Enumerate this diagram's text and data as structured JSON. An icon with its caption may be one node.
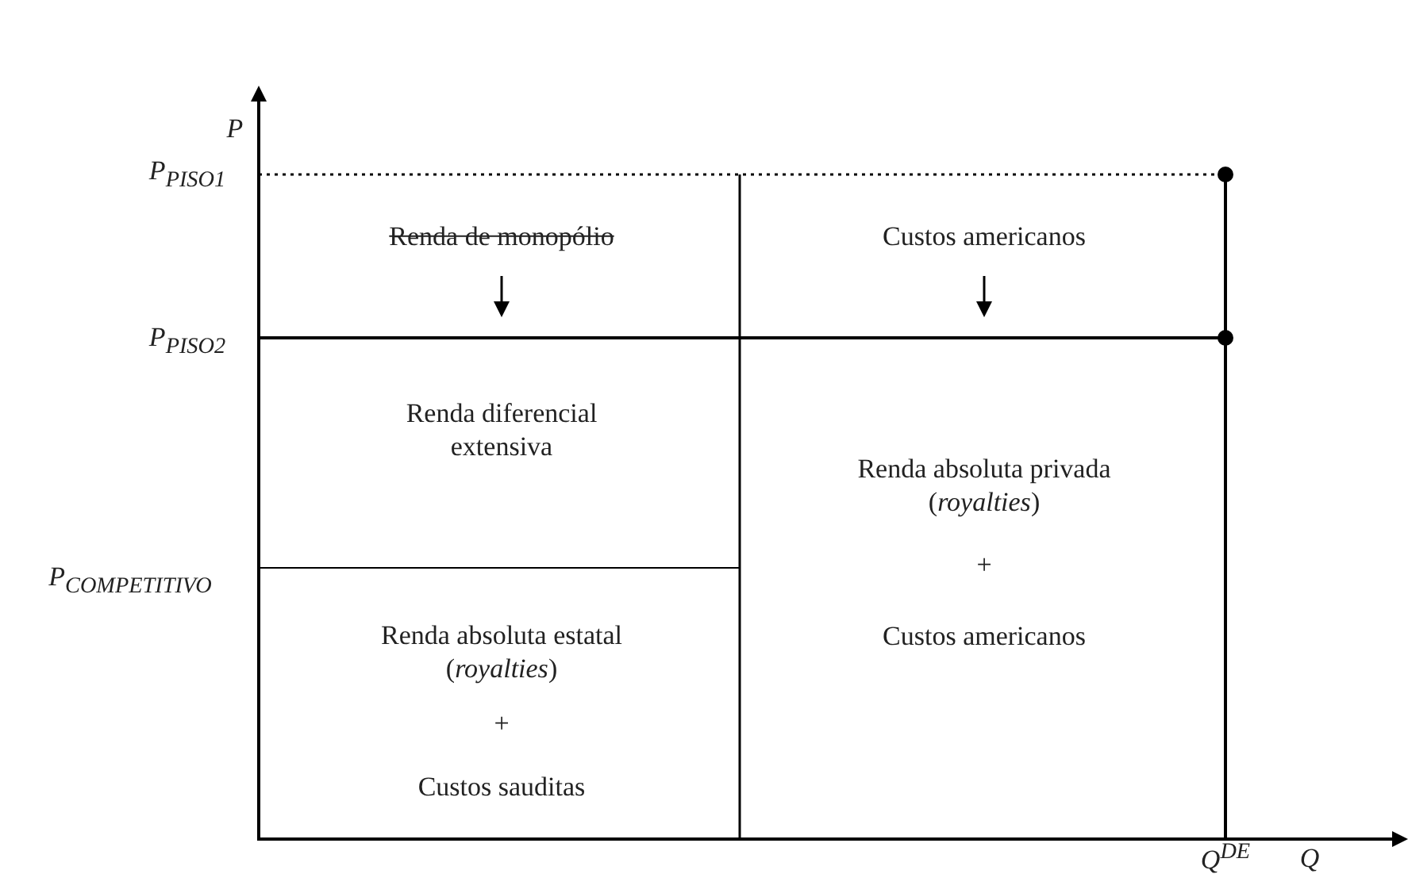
{
  "diagram": {
    "labels": [
      "P",
      "P$_{PISO1}$",
      "Renda de monopólio",
      "Custos americanos",
      "P$_{PISO2}$",
      "Renda diferencial extensiva",
      "Renda absoluta privada (*royalties*)",
      "P$_{COMPETITIVO}$",
      "Renda absoluta estatal (*royalties*)",
      "+",
      "+",
      "Custos sauditas",
      "Custos americanos",
      "Q$^{DE}$",
      "Q"
    ]
  }
}
